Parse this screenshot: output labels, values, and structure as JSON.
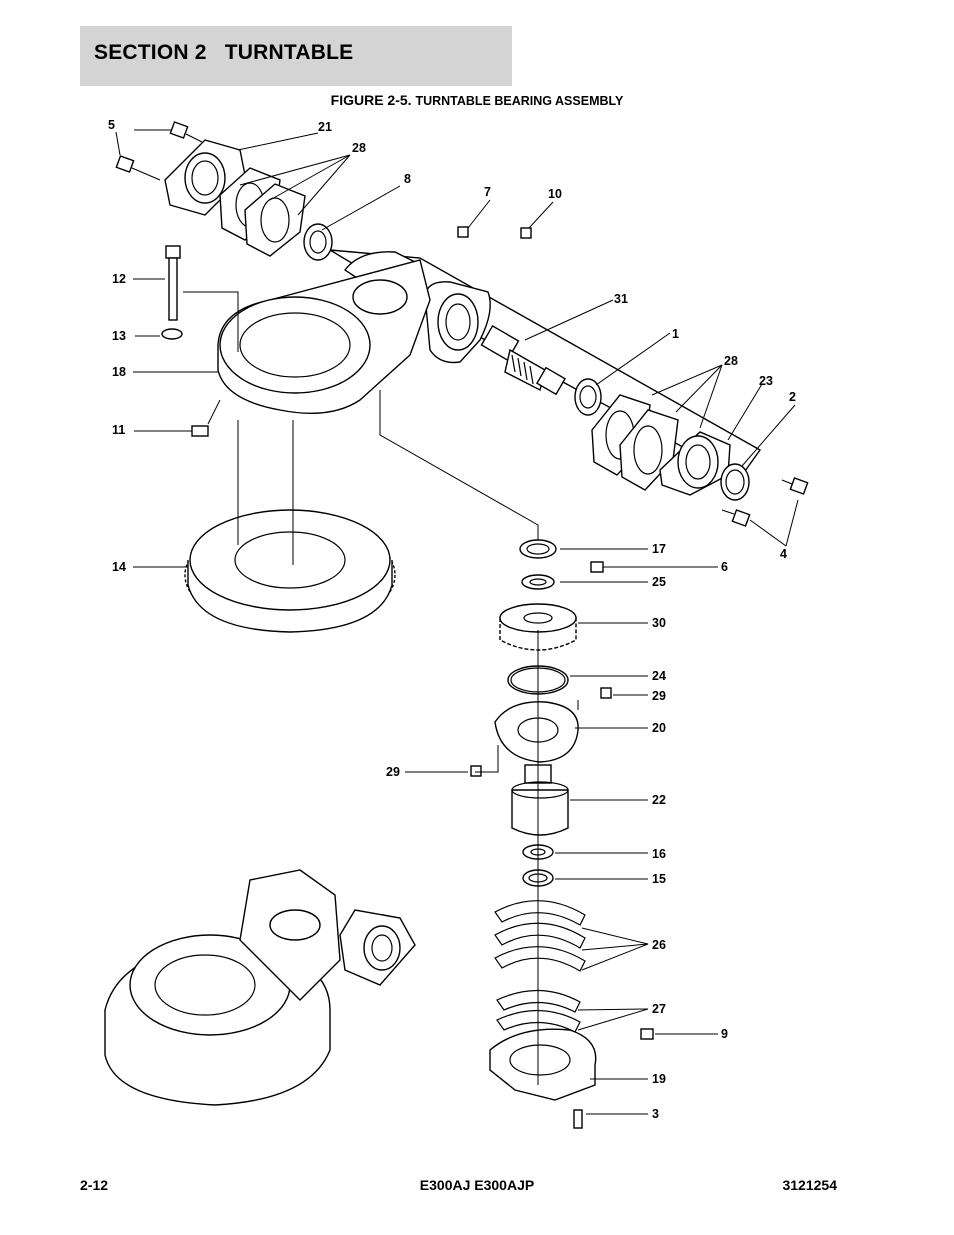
{
  "header": {
    "section": "SECTION 2   TURNTABLE"
  },
  "figure": {
    "number": "FIGURE 2-5.",
    "caption": "TURNTABLE BEARING ASSEMBLY"
  },
  "callouts": {
    "c1": "1",
    "c2": "2",
    "c3": "3",
    "c4": "4",
    "c5": "5",
    "c6": "6",
    "c7": "7",
    "c8": "8",
    "c9": "9",
    "c10": "10",
    "c11": "11",
    "c12": "12",
    "c13": "13",
    "c14": "14",
    "c15": "15",
    "c16": "16",
    "c17": "17",
    "c18": "18",
    "c19": "19",
    "c20": "20",
    "c21": "21",
    "c22": "22",
    "c23": "23",
    "c24": "24",
    "c25": "25",
    "c26": "26",
    "c27": "27",
    "c28a": "28",
    "c28b": "28",
    "c29a": "29",
    "c29b": "29",
    "c30": "30",
    "c31": "31"
  },
  "footer": {
    "page": "2-12",
    "model": "E300AJ E300AJP",
    "doc_number": "3121254"
  }
}
